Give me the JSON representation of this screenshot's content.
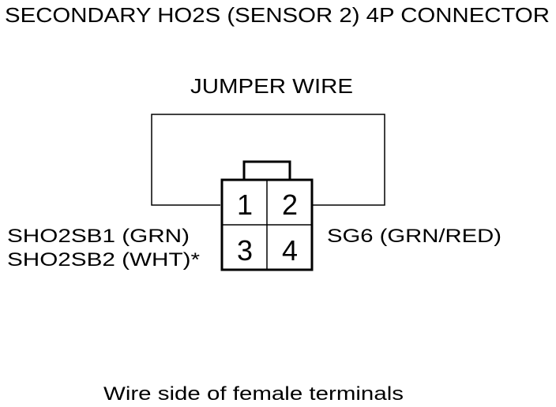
{
  "diagram": {
    "title": "SECONDARY HO2S (SENSOR 2) 4P CONNECTOR",
    "jumper_label": "JUMPER WIRE",
    "left_labels": [
      "SHO2SB1 (GRN)",
      "SHO2SB2 (WHT)*"
    ],
    "right_label": "SG6 (GRN/RED)",
    "terminals": [
      "1",
      "2",
      "3",
      "4"
    ],
    "footer": "Wire side of female terminals"
  },
  "colors": {
    "line": "#000000",
    "background": "#ffffff"
  }
}
